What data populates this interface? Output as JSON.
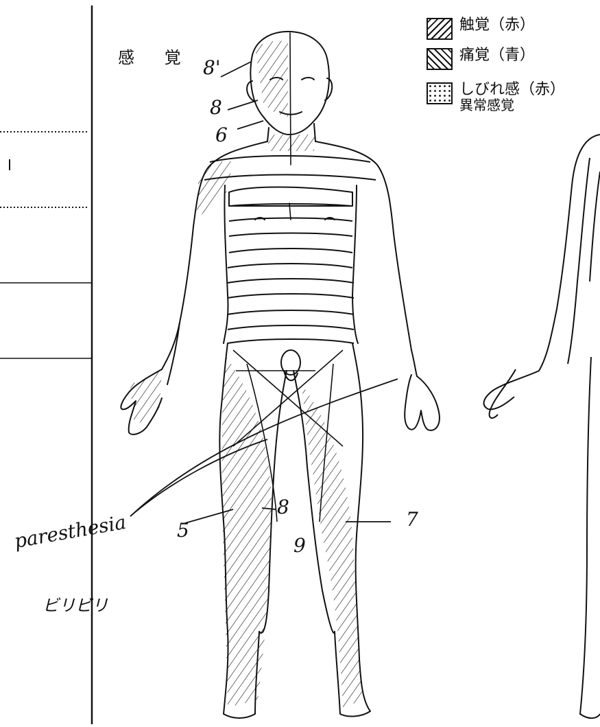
{
  "title": "感 覚",
  "legend": {
    "items": [
      {
        "label": "触覚（赤）",
        "pattern": "diagonal-hatch-forward"
      },
      {
        "label": "痛覚（青）",
        "pattern": "diagonal-hatch-back"
      },
      {
        "label": "しびれ感（赤）",
        "sublabel": "異常感覚",
        "pattern": "dots"
      }
    ]
  },
  "annotations": {
    "head_top": "8'",
    "face": "8",
    "neck": "6",
    "thigh_left": "8",
    "calf_left_outer": "5",
    "calf_left_inner": "9",
    "calf_right": "7",
    "handwriting_1": "paresthesia",
    "handwriting_2": "ビリビリ"
  },
  "colors": {
    "ink": "#111111",
    "paper": "#ffffff"
  }
}
